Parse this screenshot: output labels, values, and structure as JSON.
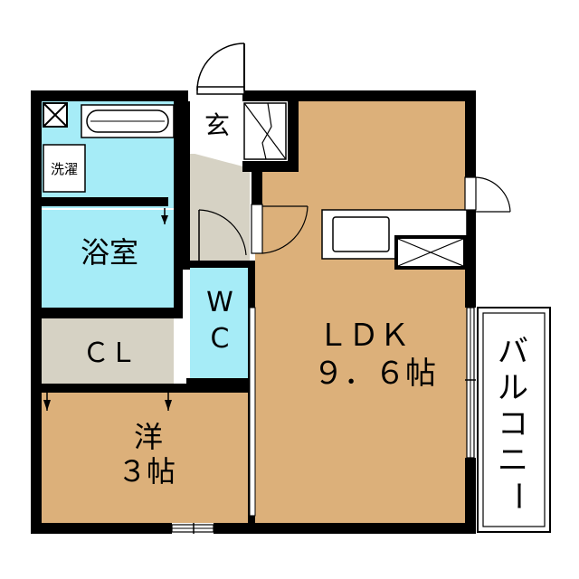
{
  "rooms": {
    "entrance": "玄",
    "laundry": "洗濯",
    "bath": "浴室",
    "wc_line1": "W",
    "wc_line2": "C",
    "closet": "ＣＬ",
    "ldk_line1": "ＬＤＫ",
    "ldk_line2": "９．６帖",
    "western_line1": "洋",
    "western_line2": "３帖",
    "balcony_chars": [
      "バ",
      "ル",
      "コ",
      "ニ",
      "ー"
    ]
  },
  "colors": {
    "wall": "#000000",
    "ldk_floor": "#dcb07a",
    "wet_area": "#a6ecf7",
    "utility_floor": "#d6d2c4"
  }
}
